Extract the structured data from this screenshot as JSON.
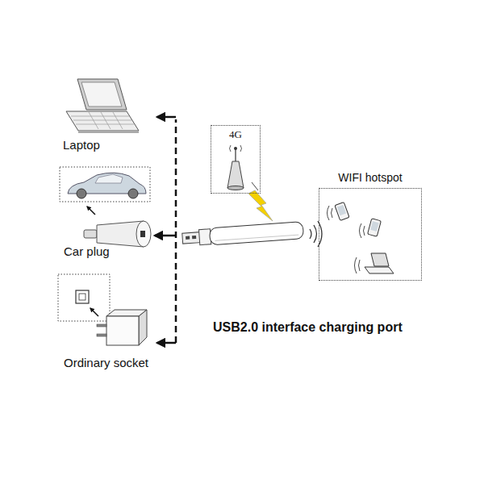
{
  "diagram": {
    "caption": "USB2.0 interface charging port",
    "nodes": [
      {
        "text": [
          "4G"
        ]
      },
      {
        "text": [
          "WIFI hotspot"
        ]
      }
    ],
    "labels": [
      "Laptop",
      "Car plug",
      "Ordinary socket"
    ]
  }
}
